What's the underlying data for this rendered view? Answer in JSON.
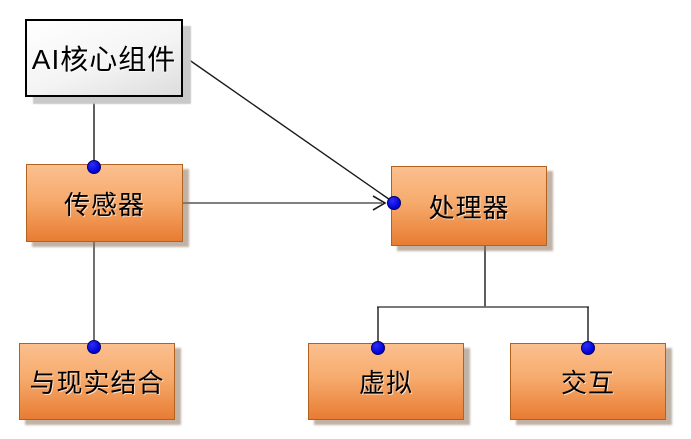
{
  "canvas": {
    "background": "#FFFFFF"
  },
  "diagram": {
    "nodes": [
      {
        "id": "ai-core",
        "label": "AI核心组件",
        "style": "root-light"
      },
      {
        "id": "sensor",
        "label": "传感器",
        "style": "orange"
      },
      {
        "id": "processor",
        "label": "处理器",
        "style": "orange"
      },
      {
        "id": "reality",
        "label": "与现实结合",
        "style": "orange"
      },
      {
        "id": "virtual",
        "label": "虚拟",
        "style": "orange"
      },
      {
        "id": "interaction",
        "label": "交互",
        "style": "orange"
      }
    ],
    "edges": [
      {
        "from": "ai-core",
        "to": "sensor",
        "type": "straight-line"
      },
      {
        "from": "ai-core",
        "to": "processor",
        "type": "straight-line"
      },
      {
        "from": "sensor",
        "to": "processor",
        "type": "arrow"
      },
      {
        "from": "sensor",
        "to": "reality",
        "type": "straight-line"
      },
      {
        "from": "processor",
        "to": "virtual",
        "type": "elbow"
      },
      {
        "from": "processor",
        "to": "interaction",
        "type": "elbow"
      }
    ],
    "colors": {
      "node_fill_top": "#FBBF8F",
      "node_fill_bottom": "#E87C33",
      "node_border": "#B26220",
      "root_fill_top": "#FFFFFF",
      "root_fill_bottom": "#DDDDDD",
      "root_border": "#000000",
      "connector_black": "#1A1A1A",
      "connector_gray": "#808080",
      "dot_fill": "#0000D8",
      "dot_border": "#000066",
      "text": "#000000"
    }
  }
}
